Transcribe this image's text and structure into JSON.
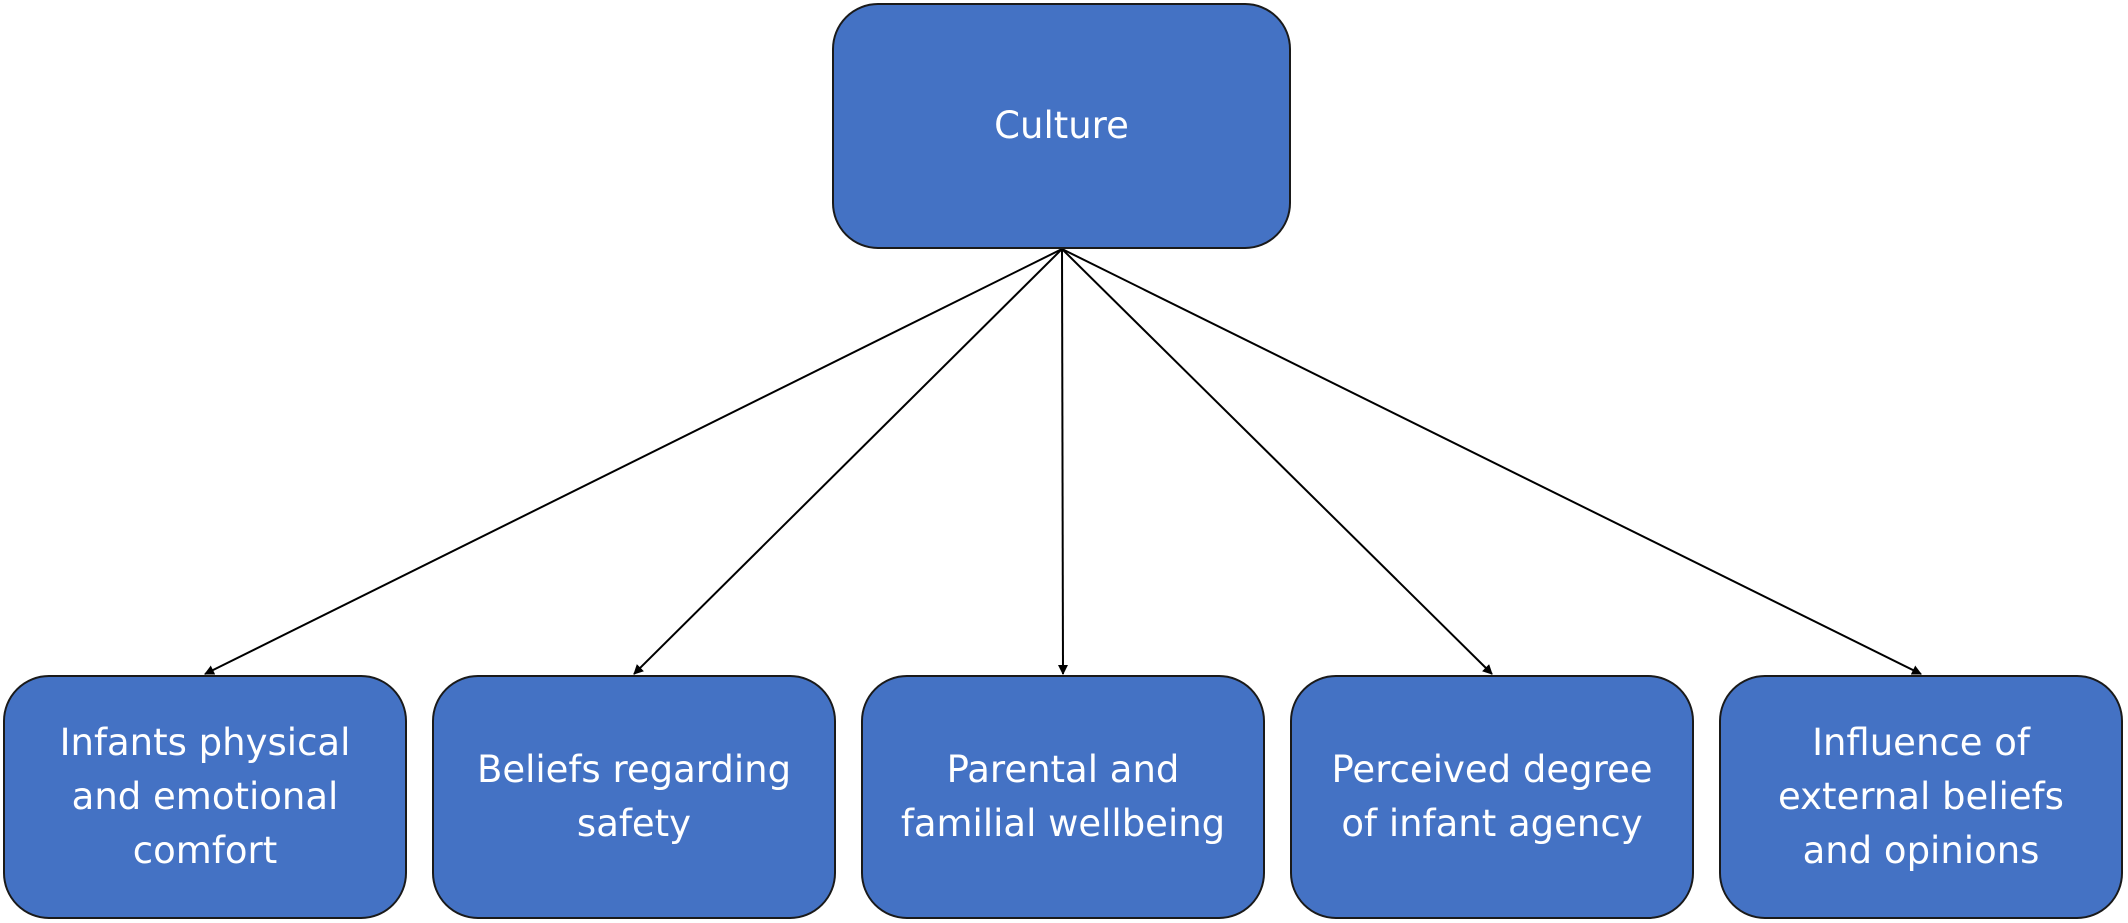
{
  "diagram": {
    "root": {
      "label": "Culture"
    },
    "children": [
      {
        "label": "Infants physical and emotional comfort"
      },
      {
        "label": "Beliefs regarding safety"
      },
      {
        "label": "Parental and familial wellbeing"
      },
      {
        "label": "Perceived degree of infant agency"
      },
      {
        "label": "Influence of external beliefs and opinions"
      }
    ]
  },
  "colors": {
    "box_fill": "#4472c4",
    "box_border": "#1a1a1a",
    "box_text": "#ffffff",
    "connector": "#000000"
  }
}
